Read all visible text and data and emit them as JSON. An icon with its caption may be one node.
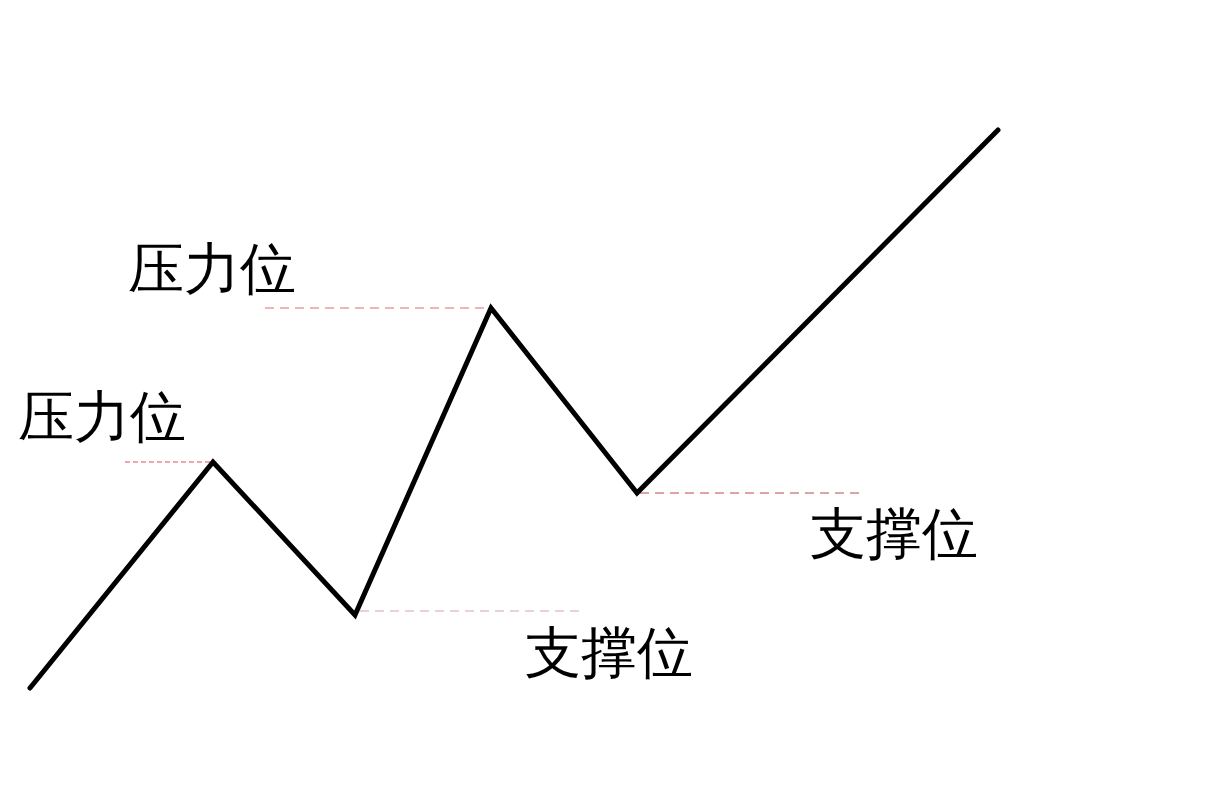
{
  "diagram": {
    "labels": [
      "压力位",
      "压力位",
      "支撑位",
      "支撑位"
    ]
  }
}
